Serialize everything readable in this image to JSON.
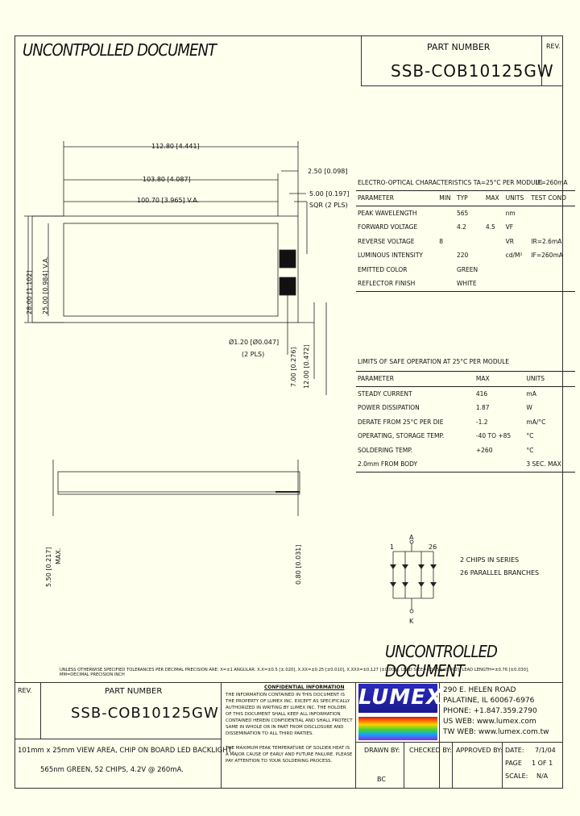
{
  "header": {
    "stamp": "UNCONTPOLLED DOCUMENT",
    "part_number_label": "PART NUMBER",
    "part_number": "SSB-COB10125GW",
    "rev_label": "REV."
  },
  "drawing": {
    "dim_overall": "112.80 [4.441]",
    "dim_pcb": "103.80 [4.087]",
    "dim_va": "100.70 [3.965] V.A.",
    "dim_height": "28.00 [1.102]",
    "dim_va_height": "25.00 [0.984] V.A.",
    "dim_250": "2.50 [0.098]",
    "dim_500": "5.00 [0.197]",
    "dim_sqr": "SQR (2 PLS)",
    "dim_hole": "Ø1.20 [Ø0.047]",
    "dim_hole_pls": "(2 PLS)",
    "dim_700": "7.00 [0.276]",
    "dim_1200": "12.00 [0.472]",
    "dim_550": "5.50 [0.217]",
    "dim_max": "MAX.",
    "dim_080": "0.80 [0.031]",
    "pin_a": "A",
    "pin_k": "K"
  },
  "eo_table": {
    "title": "ELECTRO-OPTICAL CHARACTERISTICS TA=25°C PER MODULE",
    "condition": "IF=260mA",
    "headers": [
      "PARAMETER",
      "MIN",
      "TYP",
      "MAX",
      "UNITS",
      "TEST COND"
    ],
    "rows": [
      [
        "PEAK WAVELENGTH",
        "",
        "565",
        "",
        "nm",
        ""
      ],
      [
        "FORWARD VOLTAGE",
        "",
        "4.2",
        "4.5",
        "VF",
        ""
      ],
      [
        "REVERSE VOLTAGE",
        "8",
        "",
        "",
        "VR",
        "IR=2.6mA"
      ],
      [
        "LUMINOUS INTENSITY",
        "",
        "220",
        "",
        "cd/M²",
        "IF=260mA"
      ],
      [
        "EMITTED COLOR",
        "",
        "GREEN",
        "",
        "",
        ""
      ],
      [
        "REFLECTOR FINISH",
        "",
        "WHITE",
        "",
        "",
        ""
      ]
    ]
  },
  "limits_table": {
    "title": "LIMITS OF SAFE OPERATION AT 25°C PER MODULE",
    "headers": [
      "PARAMETER",
      "MAX",
      "UNITS"
    ],
    "rows": [
      [
        "STEADY CURRENT",
        "416",
        "mA"
      ],
      [
        "POWER DISSIPATION",
        "1.87",
        "W"
      ],
      [
        "DERATE FROM 25°C PER DIE",
        "-1.2",
        "mA/°C"
      ],
      [
        "OPERATING, STORAGE TEMP.",
        "-40 TO +85",
        "°C"
      ],
      [
        "SOLDERING TEMP.",
        "+260",
        "°C"
      ],
      [
        "2.0mm FROM BODY",
        "",
        "3 SEC. MAX"
      ]
    ]
  },
  "circuit": {
    "a": "A",
    "k": "K",
    "n1": "1",
    "n26": "26",
    "note1": "2 CHIPS IN SERIES",
    "note2": "26 PARALLEL BRANCHES"
  },
  "footer": {
    "stamp": "UNCONTROLLED DOCUMENT",
    "tolerance": "UNLESS OTHERWISE SPECIFIED TOLERANCES PER DECIMAL PRECISION ARE: X=±1 ANGULAR: X.X=±0.5 [±.020], X.XX=±0.25 [±0.010], X.XXX=±0.127 [±0.005]. LEAD SIZE=±0.05 [±0.002], LEAD LENGTH=±0.76 [±0.030], MM=DECIMAL PRECISION INCH",
    "rev_label": "REV.",
    "pn_label": "PART NUMBER",
    "part_number": "SSB-COB10125GW",
    "description1": "101mm x 25mm VIEW AREA, CHIP ON BOARD LED BACKLIGHT,",
    "description2": "565nm GREEN, 52 CHIPS, 4.2V @ 260mA.",
    "confidential_title": "CONFIDENTIAL INFORMATION",
    "confidential_text": "THE INFORMATION CONTAINED IN THIS DOCUMENT IS THE PROPERTY OF LUMEX INC. EXCEPT AS SPECIFICALLY AUTHORIZED IN WRITING BY LUMEX INC. THE HOLDER OF THIS DOCUMENT SHALL KEEP ALL INFORMATION CONTAINED HEREIN CONFIDENTIAL AND SHALL PROTECT SAME IN WHOLE OR IN PART FROM DISCLOSURE AND DISSEMINATION TO ALL THIRD PARTIES.",
    "lead_text": "THE MAXIMUM PEAK TEMPERATURE OF SOLDER HEAT IS A MAJOR CAUSE OF EARLY AND FUTURE FAILURE. PLEASE PAY ATTENTION TO YOUR SOLDERING PROCESS.",
    "logo_text": "LUMEX",
    "address": [
      "290 E. HELEN ROAD",
      "PALATINE, IL 60067-6976",
      "PHONE: +1.847.359.2790",
      "US WEB: www.lumex.com",
      "TW WEB: www.lumex.com.tw"
    ],
    "drawn_by_label": "DRAWN BY:",
    "drawn_by": "BC",
    "checked_by_label": "CHECKED BY:",
    "approved_by_label": "APPROVED BY:",
    "date_label": "DATE:",
    "date": "7/1/04",
    "page_label": "PAGE",
    "page": "1 OF 1",
    "scale_label": "SCALE:",
    "scale": "N/A"
  },
  "colors": {
    "background": "#ffffee",
    "line": "#333333"
  }
}
